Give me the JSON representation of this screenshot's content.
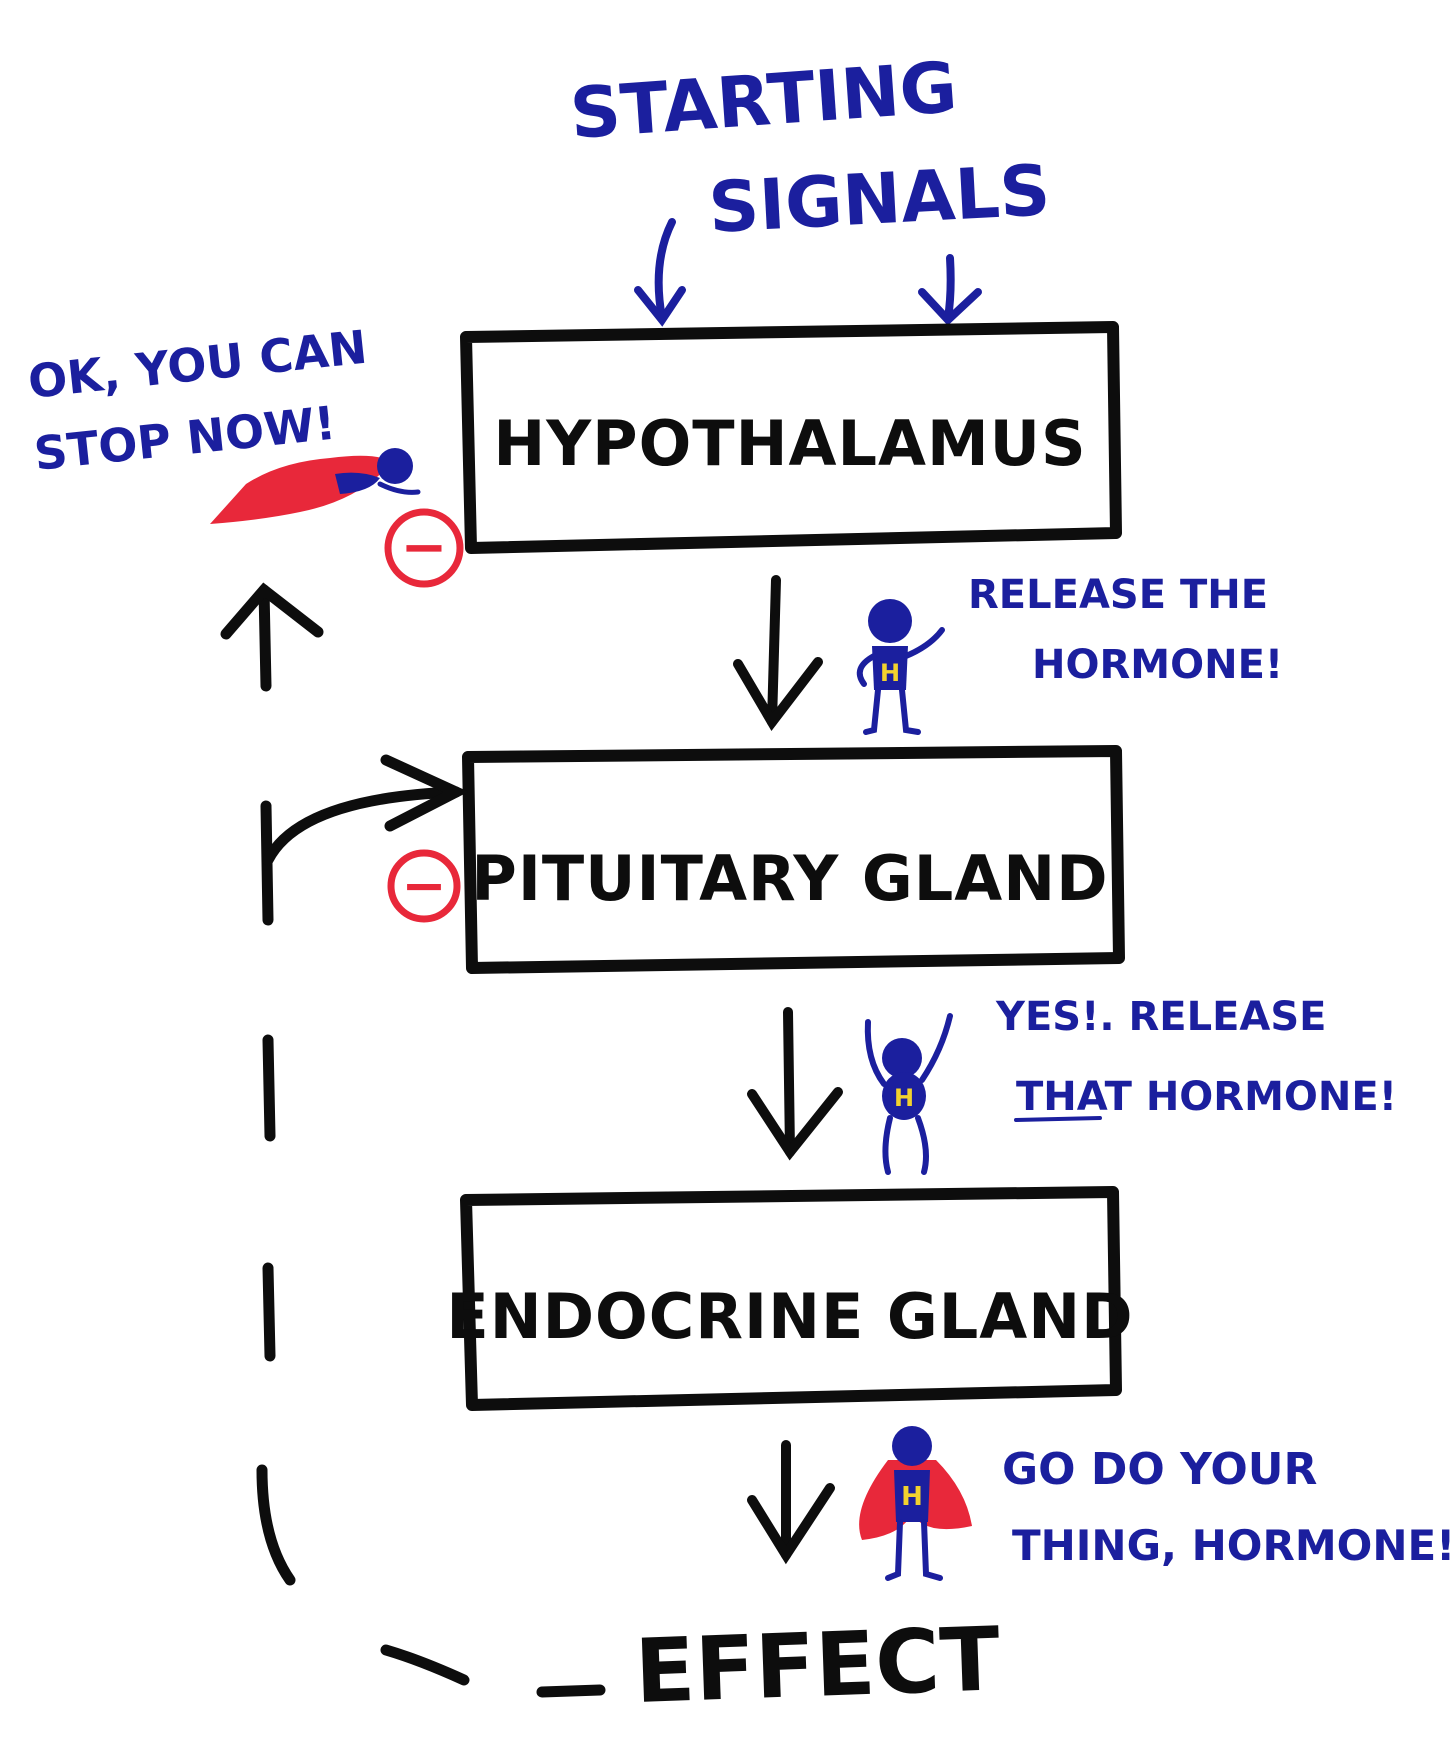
{
  "colors": {
    "ink": "#0d0d0d",
    "blue": "#1b1f9e",
    "red": "#e8283a",
    "yellow": "#f2d22e",
    "background": "#ffffff"
  },
  "header": {
    "line1": "STARTING",
    "line2": "SIGNALS"
  },
  "boxes": [
    {
      "id": "hypothalamus",
      "label": "HYPOTHALAMUS"
    },
    {
      "id": "pituitary",
      "label": "PITUITARY GLAND"
    },
    {
      "id": "endocrine",
      "label": "ENDOCRINE GLAND"
    }
  ],
  "effect": "EFFECT",
  "inhibition_symbol": "−",
  "hero_letter": "H",
  "speech": {
    "stop": {
      "line1": "OK, YOU CAN",
      "line2": "STOP NOW!"
    },
    "release1": {
      "line1": "RELEASE THE",
      "line2": "HORMONE!"
    },
    "release2": {
      "line1": "YES!. RELEASE",
      "line2": "THAT HORMONE!"
    },
    "go": {
      "line1": "GO DO YOUR",
      "line2": "THING, HORMONE!"
    }
  },
  "icons": [
    "down-arrow-icon",
    "up-arrow-icon",
    "right-arrow-icon",
    "inhibition-icon",
    "hormone-hero-icon",
    "flying-hero-icon",
    "caped-hero-icon"
  ]
}
